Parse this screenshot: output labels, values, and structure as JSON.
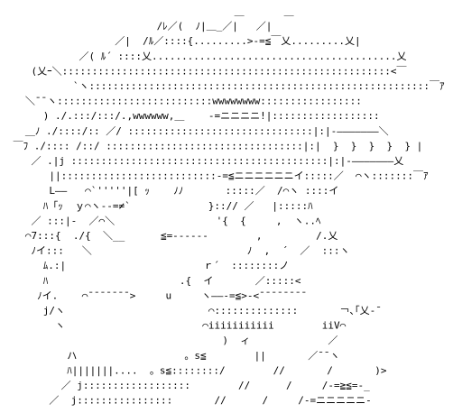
{
  "artwork": {
    "kind": "ascii-art",
    "description_visible_text": "",
    "background": "#ffffff",
    "ink": "#000000",
    "lines": [
      "                                      ＿　　　　＿",
      "                         /ﾚ／(  ﾉ|＿_／|   ／|",
      "                  ／|  /ﾙ／::::{.........>-=≦￣乂.........乂|",
      "            ／( ﾙ´ ::::乂.........................................乂",
      "    (乂ｰ＼:::::::::::::::::::::::::::::::::::::::::::::::::::::::<￣",
      "           `ヽ:::::::::::::::::::::::::::::::::::::::::::::::::::::::::￣ｱ",
      "   ＼¯¯ヽ::::::::::::::::::::::::::wwwwwwww:::::::::::::::::",
      "      ) ./.:::/:::/.,wwwwww,＿    -=ニニニニ!|::::::::::::::::::",
      "   ＿ﾉ ./::::/:: ／/ :::::::::::::::::::::::::::::::|:|-―――――――＼",
      " ￣ﾌ ./:::: /::/ :::::::::::::::::::::::::::::::::|:|  }  }  }  }  } |",
      "    ／ .|j :::::::::::::::::::::::::::::::::::::::::::|:|-―――――――乂",
      "       ||::::::::::::::::::::::::::-=≦ニニニニニニイ:::::／  ⌒ヽ:::::::￣ｱ",
      "       L――   ⌒`'''''|[ ｯ    ﾉﾉ       :::::／  /⌒ヽ ::::イ",
      "      ﾊ「ｯ  ｙ⌒ヽ--=≠`             }::// ／   |:::::ﾊ",
      "    ／ :::|-  ／⌒＼                 '{  {     ,  ヽ..ﾍ",
      "   ⌒7:::{  ./{  ＼__      ≦=------        ,         /.乂",
      "    ﾉイ:::   ＼                          ﾉ  ,  ´  ／  :::ヽ",
      "      ﾑ.:|                       ｒ´  ::::::::ノ",
      "      ﾊ                      .{  イ       ／:::::<",
      "     ﾉイ.    ⌒¯¯¯¯¯¯¯>     u     ヽ――-=≦>-<¯¯¯¯¯¯¯¯",
      "      j/ヽ                        ⌒::::::::::::::       ￢､｢乂-¯",
      "        ヽ                       ⌒iiiiiiiiiii        iiV⌒",
      "                                    )  ィ             ／",
      "          ハ                  。s≦        ||       ／¯¯ヽ",
      "          ﾊ|||||||....  。s≦::::::::/        //       /       )>",
      "         ／ j::::::::::::::::::        //      /     /-=≧≦=-_",
      "       ／  j::::::::::::::::       //      /     /-=ニニニニニ-"
    ]
  }
}
